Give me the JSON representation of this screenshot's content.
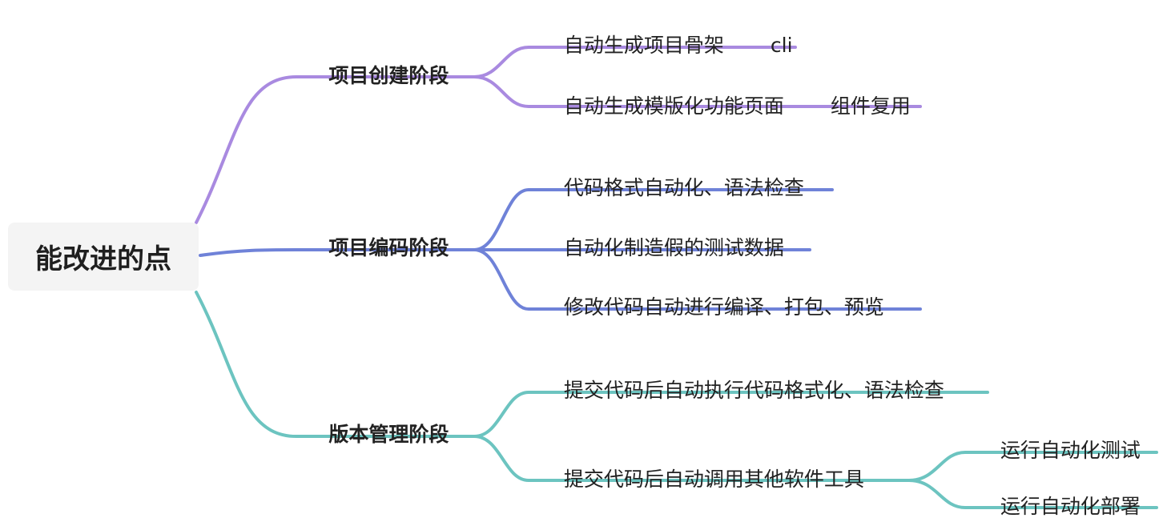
{
  "root": {
    "label": "能改进的点"
  },
  "branches": [
    {
      "label": "项目创建阶段",
      "color": "#a98ae0",
      "children": [
        {
          "label": "自动生成项目骨架",
          "note": "cli"
        },
        {
          "label": "自动生成模版化功能页面",
          "note": "组件复用"
        }
      ]
    },
    {
      "label": "项目编码阶段",
      "color": "#6f82d8",
      "children": [
        {
          "label": "代码格式自动化、语法检查"
        },
        {
          "label": "自动化制造假的测试数据"
        },
        {
          "label": "修改代码自动进行编译、打包、预览"
        }
      ]
    },
    {
      "label": "版本管理阶段",
      "color": "#6cc4c0",
      "children": [
        {
          "label": "提交代码后自动执行代码格式化、语法检查"
        },
        {
          "label": "提交代码后自动调用其他软件工具",
          "children": [
            {
              "label": "运行自动化测试"
            },
            {
              "label": "运行自动化部署"
            }
          ]
        }
      ]
    }
  ]
}
